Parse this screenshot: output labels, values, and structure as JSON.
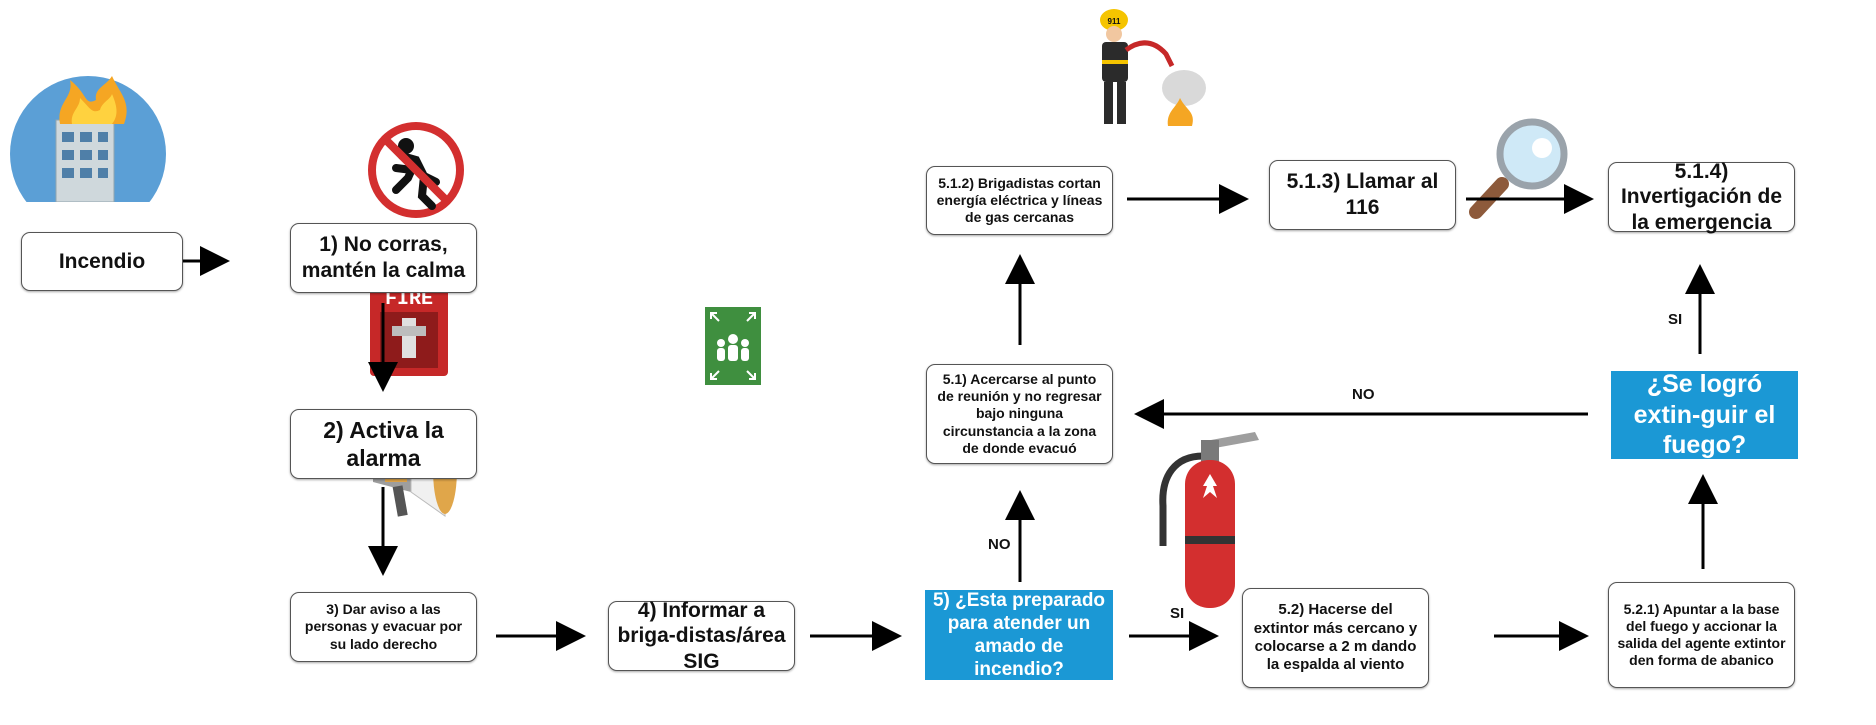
{
  "nodes": {
    "incendio": "Incendio",
    "n1": "1) No corras, mantén la calma",
    "n2": "2) Activa la alarma",
    "n3": "3) Dar aviso a las personas y evacuar por su lado derecho",
    "n4": "4) Informar a briga-distas/área SIG",
    "n5": "5) ¿Esta preparado para atender un amado de incendio?",
    "n51": "5.1) Acercarse al punto de reunión y no regresar bajo ninguna circunstancia a la zona de donde evacuó",
    "n512": "5.1.2) Brigadistas cortan energía eléctrica y líneas de gas cercanas",
    "n513": "5.1.3) Llamar al 116",
    "n514": "5.1.4) Invertigación de la emergencia",
    "n52": "5.2) Hacerse del extintor más cercano y colocarse a 2 m dando la espalda al viento",
    "n521": "5.2.1) Apuntar a la base del fuego y accionar la salida del agente extintor den forma de abanico",
    "q": "¿Se logró extin-guir el fuego?"
  },
  "labels": {
    "no1": "NO",
    "si1": "SI",
    "no2": "NO",
    "si2": "SI"
  },
  "icons": {
    "fire_alarm_text": "FIRE",
    "helmet_text": "911"
  },
  "colors": {
    "accent_blue": "#1b98d5",
    "alarm_red": "#c62828",
    "assembly_green": "#3f8f3f"
  }
}
